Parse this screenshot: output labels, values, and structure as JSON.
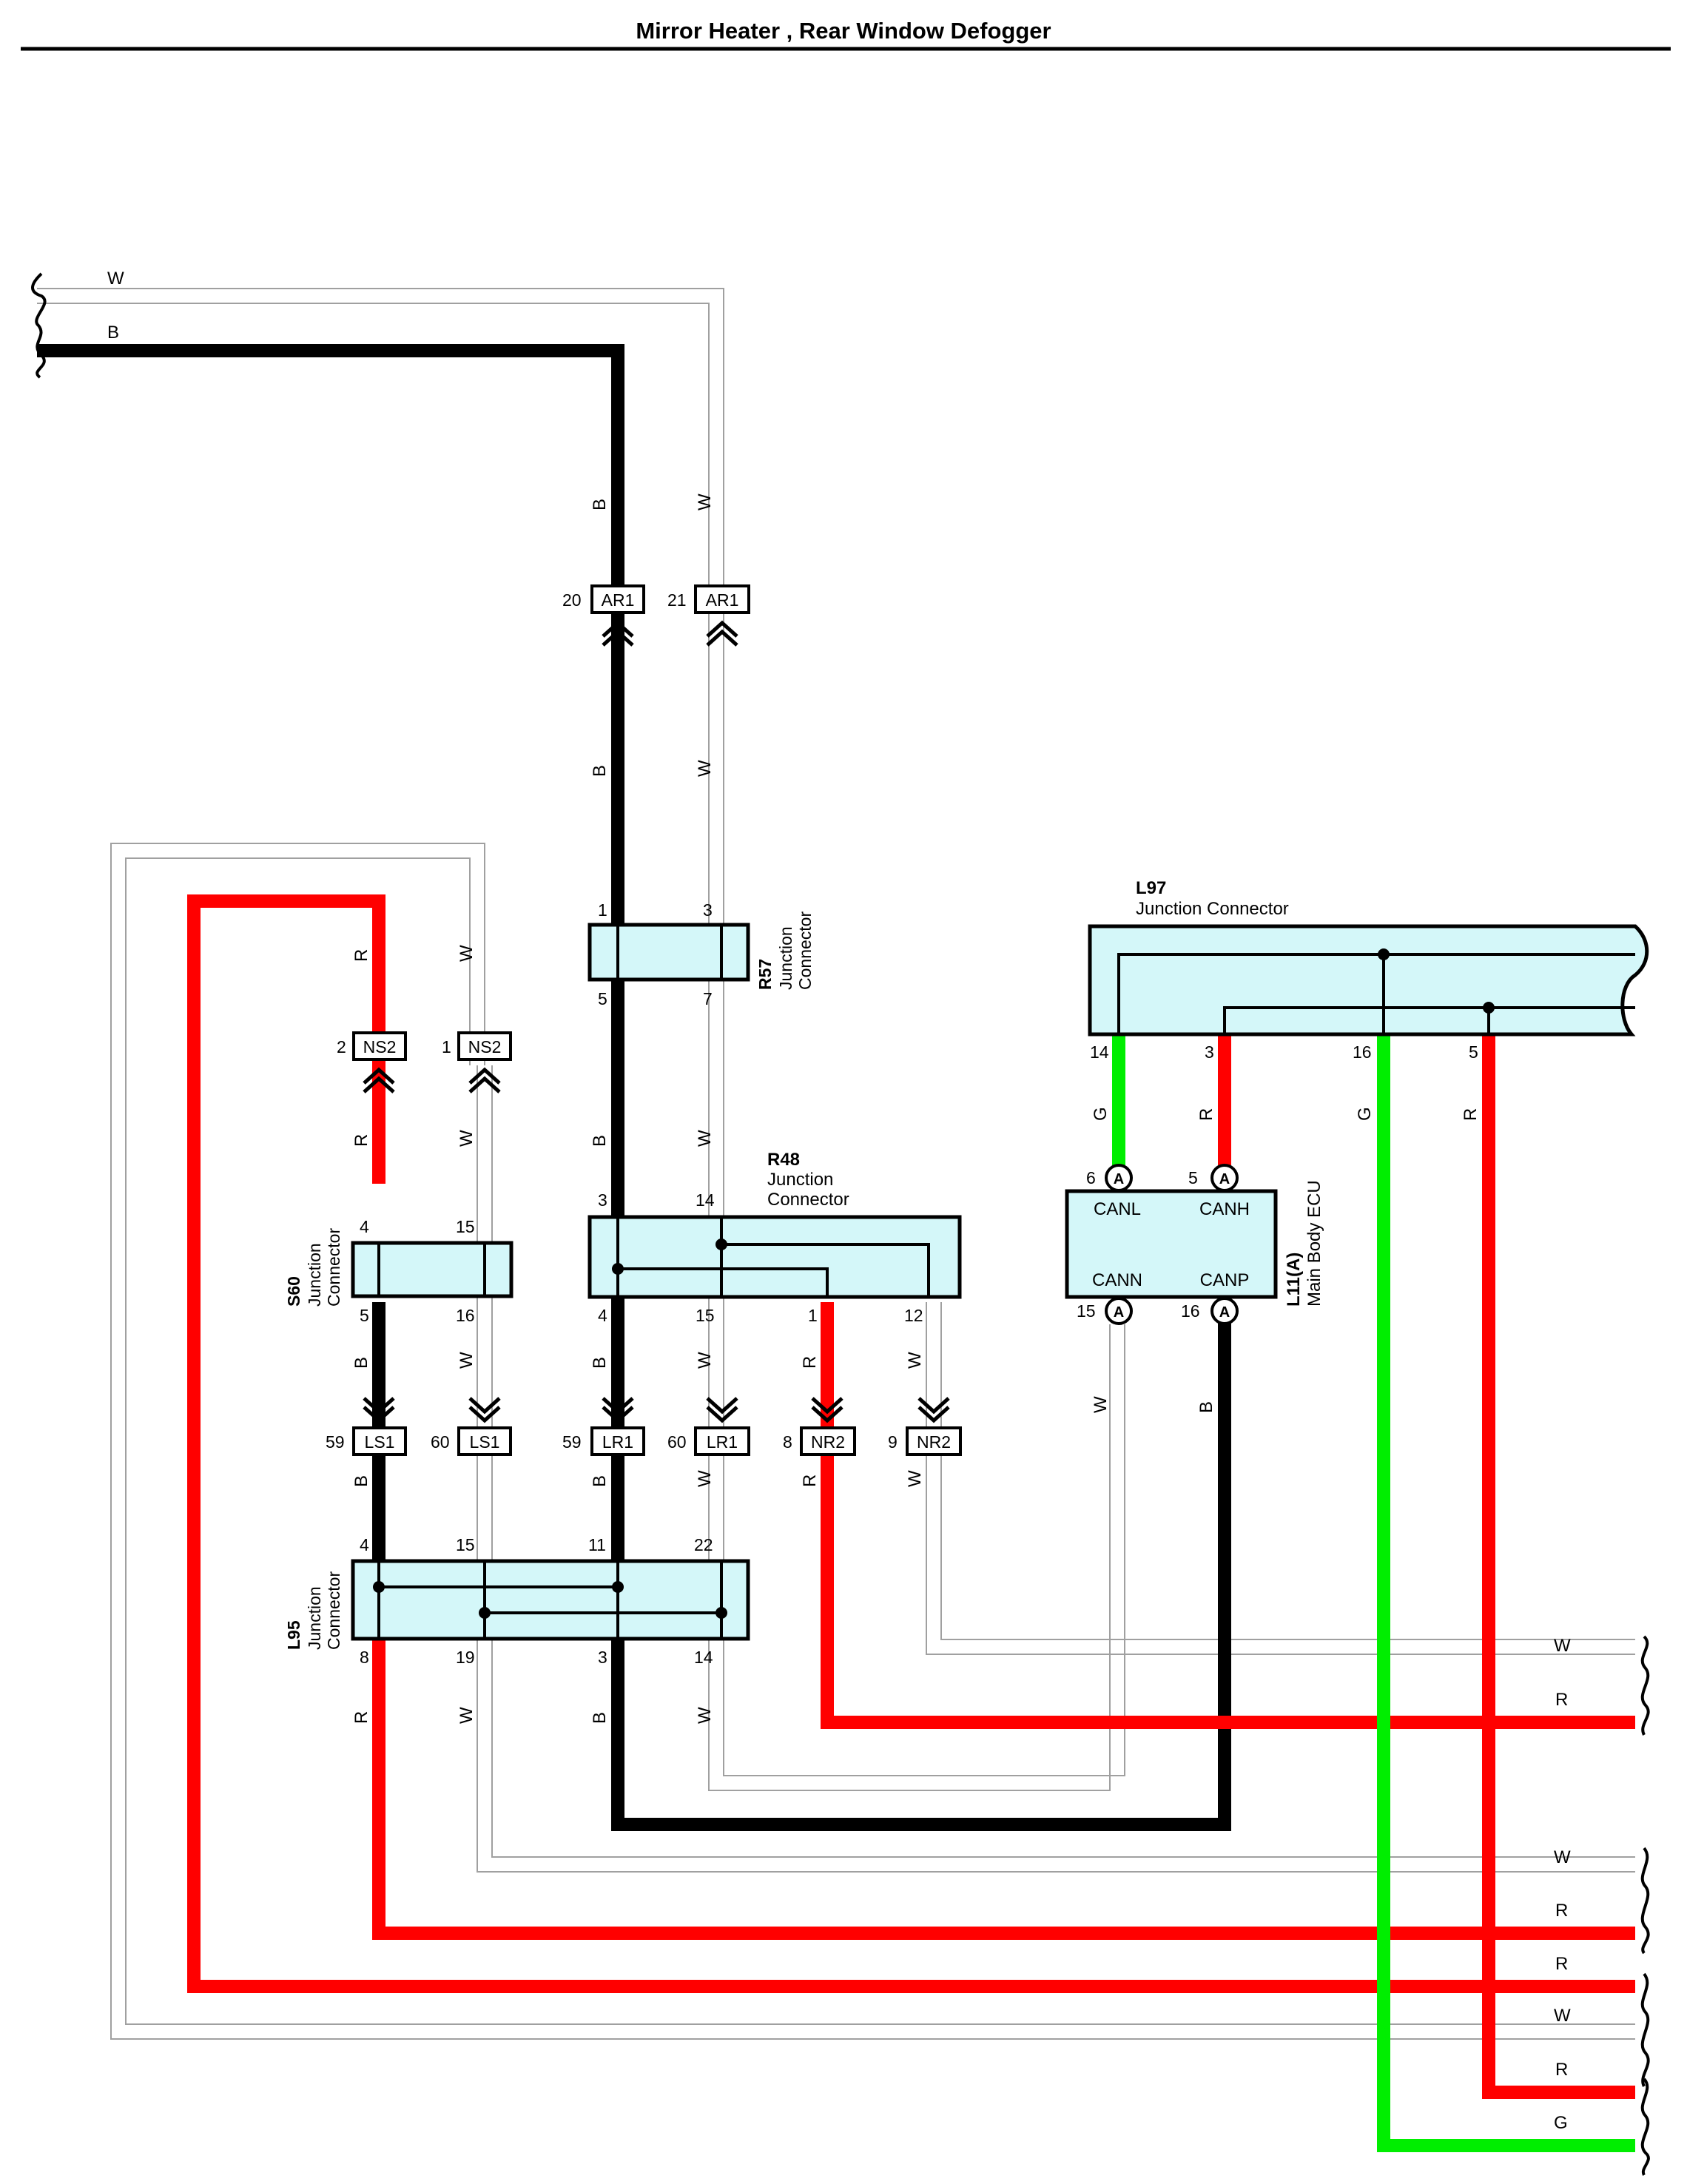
{
  "title": "Mirror Heater , Rear Window Defogger",
  "colors": {
    "red": "#ff0000",
    "green": "#00ee00",
    "black": "#000000",
    "white_wire": "#a0a0a0",
    "connector_fill": "#d4f7f9"
  },
  "wire_labels": {
    "W": "W",
    "B": "B",
    "R": "R",
    "G": "G"
  },
  "connectors": {
    "R57": {
      "id": "R57",
      "desc1": "Junction",
      "desc2": "Connector",
      "pins": [
        "1",
        "3",
        "5",
        "7"
      ]
    },
    "R48": {
      "id": "R48",
      "desc1": "Junction",
      "desc2": "Connector",
      "pins": [
        "3",
        "14",
        "4",
        "15",
        "1",
        "12"
      ]
    },
    "S60": {
      "id": "S60",
      "desc1": "Junction",
      "desc2": "Connector",
      "pins": [
        "4",
        "15",
        "5",
        "16"
      ]
    },
    "L95": {
      "id": "L95",
      "desc1": "Junction",
      "desc2": "Connector",
      "pins": [
        "4",
        "15",
        "11",
        "22",
        "8",
        "19",
        "3",
        "14"
      ]
    },
    "L97": {
      "id": "L97",
      "desc": "Junction Connector",
      "pins": [
        "14",
        "3",
        "16",
        "5"
      ]
    },
    "L11": {
      "id": "L11(A)",
      "desc": "Main Body ECU",
      "terminals": [
        "CANL",
        "CANH",
        "CANN",
        "CANP"
      ],
      "pins": [
        "6",
        "5",
        "15",
        "16"
      ],
      "badge": "A"
    }
  },
  "inline_connectors": {
    "ar1_20": {
      "pin": "20",
      "name": "AR1"
    },
    "ar1_21": {
      "pin": "21",
      "name": "AR1"
    },
    "ns2_2": {
      "pin": "2",
      "name": "NS2"
    },
    "ns2_1": {
      "pin": "1",
      "name": "NS2"
    },
    "ls1_59": {
      "pin": "59",
      "name": "LS1"
    },
    "ls1_60": {
      "pin": "60",
      "name": "LS1"
    },
    "lr1_59": {
      "pin": "59",
      "name": "LR1"
    },
    "lr1_60": {
      "pin": "60",
      "name": "LR1"
    },
    "nr2_8": {
      "pin": "8",
      "name": "NR2"
    },
    "nr2_9": {
      "pin": "9",
      "name": "NR2"
    }
  }
}
